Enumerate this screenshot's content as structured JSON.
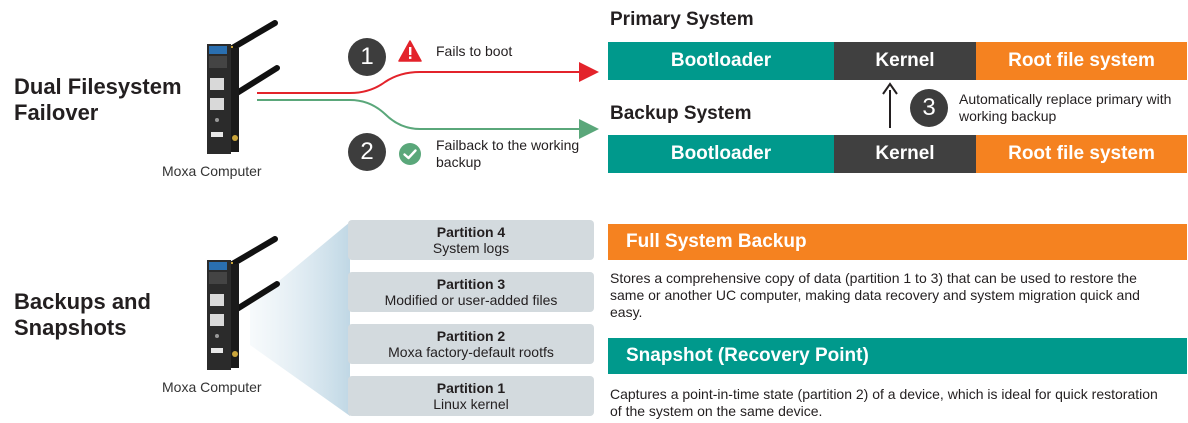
{
  "failover": {
    "title": "Dual Filesystem Failover",
    "device_caption": "Moxa Computer",
    "step1": {
      "number": "1",
      "text": "Fails to boot",
      "icon": "warning-icon"
    },
    "step2": {
      "number": "2",
      "text": "Failback to the working backup",
      "icon": "check-icon"
    },
    "step3": {
      "number": "3",
      "text": "Automatically replace primary with working backup"
    },
    "primary": {
      "title": "Primary System",
      "segments": [
        "Bootloader",
        "Kernel",
        "Root file system"
      ]
    },
    "backup": {
      "title": "Backup System",
      "segments": [
        "Bootloader",
        "Kernel",
        "Root file system"
      ]
    },
    "colors": {
      "red_line": "#e3232b",
      "green_line": "#5aa77a",
      "teal": "#00998c",
      "dark": "#404040",
      "orange": "#f58220"
    }
  },
  "backups": {
    "title": "Backups and Snapshots",
    "device_caption": "Moxa Computer",
    "partitions": [
      {
        "title": "Partition 4",
        "desc": "System logs"
      },
      {
        "title": "Partition 3",
        "desc": "Modified or user-added files"
      },
      {
        "title": "Partition 2",
        "desc": "Moxa factory-default rootfs"
      },
      {
        "title": "Partition 1",
        "desc": "Linux kernel"
      }
    ],
    "full_backup": {
      "title": "Full System Backup",
      "text": "Stores a comprehensive copy of data (partition 1 to 3) that can be used to restore the same or another UC computer, making data recovery and system migration quick and easy."
    },
    "snapshot": {
      "title": "Snapshot (Recovery Point)",
      "text": "Captures a point-in-time state (partition 2) of a device, which is ideal for quick restoration of the system on the same device."
    }
  }
}
